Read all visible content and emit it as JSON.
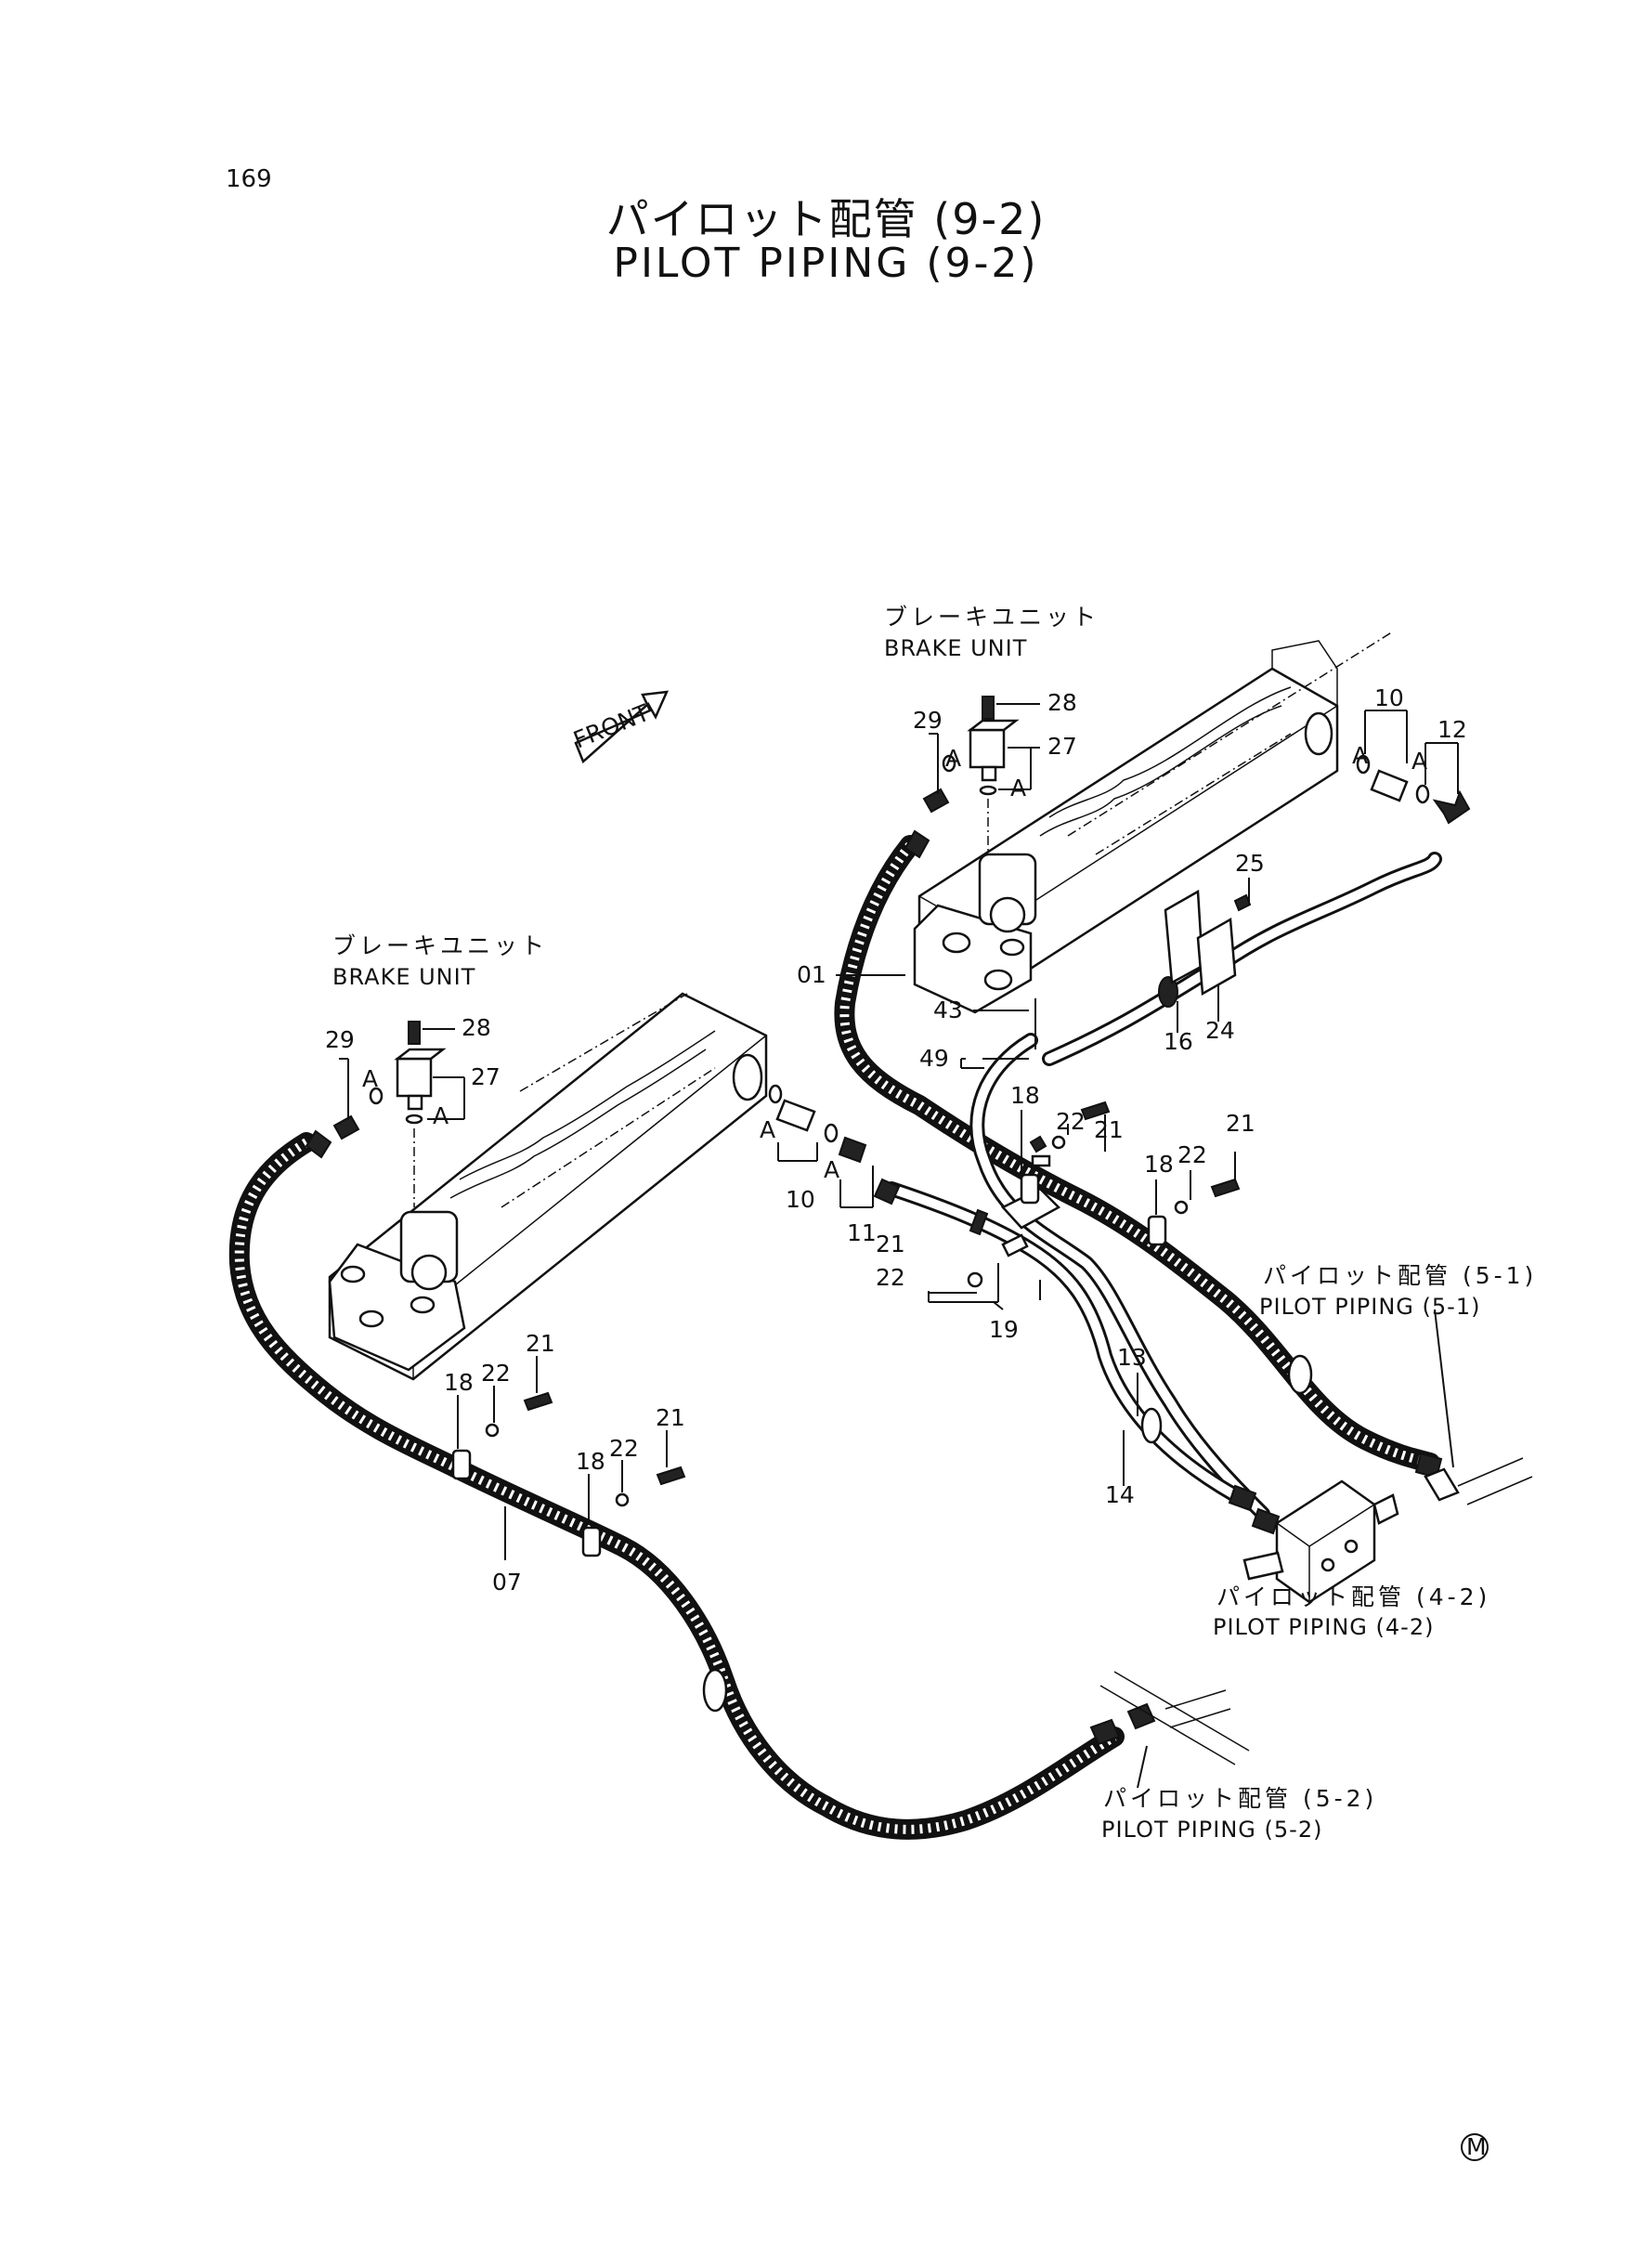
{
  "page_number": "169",
  "title_jp": "パイロット配管 (9-2)",
  "title_en": "PILOT PIPING (9-2)",
  "front_label": "FRONT",
  "brake_unit_upper": {
    "jp": "ブレーキユニット",
    "en": "BRAKE UNIT"
  },
  "brake_unit_lower": {
    "jp": "ブレーキユニット",
    "en": "BRAKE UNIT"
  },
  "ref_5_1": {
    "jp": "パイロット配管 (5-1)",
    "en": "PILOT PIPING (5-1)"
  },
  "ref_4_2": {
    "jp": "パイロット配管 (4-2)",
    "en": "PILOT PIPING (4-2)"
  },
  "ref_5_2": {
    "jp": "パイロット配管 (5-2)",
    "en": "PILOT PIPING (5-2)"
  },
  "callouts": {
    "p28a": "28",
    "p27a": "27",
    "p29a": "29",
    "p10a": "10",
    "p12a": "12",
    "p25a": "25",
    "p01": "01",
    "p43": "43",
    "p49": "49",
    "p16": "16",
    "p24": "24",
    "p18a": "18",
    "p22a": "22",
    "p21a": "21",
    "p18b": "18",
    "p22b": "22",
    "p21b": "21",
    "p28b": "28",
    "p27b": "27",
    "p29b": "29",
    "p10b": "10",
    "p11": "11",
    "p21c": "21",
    "p22c": "22",
    "p19": "19",
    "p13": "13",
    "p14": "14",
    "p18c": "18",
    "p22d": "22",
    "p21d": "21",
    "p18d": "18",
    "p22e": "22",
    "p21e": "21",
    "p07": "07"
  },
  "connection_marks": {
    "a1": "A",
    "a2": "A",
    "a3": "A",
    "a4": "A",
    "a5": "A",
    "a6": "A",
    "a7": "A",
    "a8": "A"
  },
  "corner_mark": "M"
}
